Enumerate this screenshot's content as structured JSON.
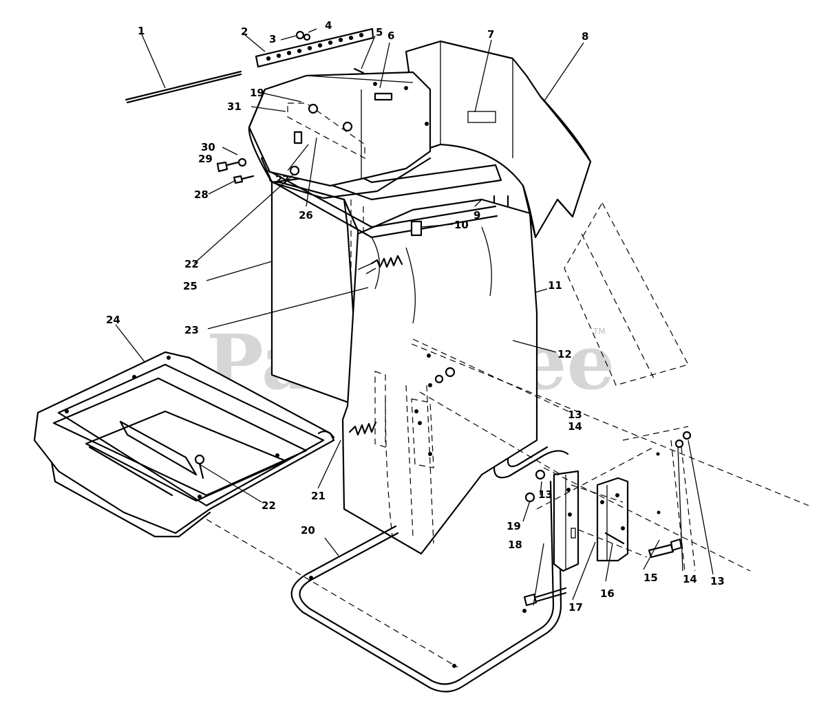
{
  "watermark": {
    "text": "PartsTree",
    "trademark": "TM"
  },
  "callouts": [
    {
      "id": "c1",
      "text": "1"
    },
    {
      "id": "c2",
      "text": "2"
    },
    {
      "id": "c3",
      "text": "3"
    },
    {
      "id": "c4",
      "text": "4"
    },
    {
      "id": "c5",
      "text": "5"
    },
    {
      "id": "c6",
      "text": "6"
    },
    {
      "id": "c7",
      "text": "7"
    },
    {
      "id": "c8",
      "text": "8"
    },
    {
      "id": "c9",
      "text": "9"
    },
    {
      "id": "c10",
      "text": "10"
    },
    {
      "id": "c11",
      "text": "11"
    },
    {
      "id": "c12",
      "text": "12"
    },
    {
      "id": "c13a",
      "text": "13"
    },
    {
      "id": "c14a",
      "text": "14"
    },
    {
      "id": "c13b",
      "text": "13"
    },
    {
      "id": "c19b",
      "text": "19"
    },
    {
      "id": "c18",
      "text": "18"
    },
    {
      "id": "c17",
      "text": "17"
    },
    {
      "id": "c16",
      "text": "16"
    },
    {
      "id": "c15",
      "text": "15"
    },
    {
      "id": "c14b",
      "text": "14"
    },
    {
      "id": "c13c",
      "text": "13"
    },
    {
      "id": "c19a",
      "text": "19"
    },
    {
      "id": "c31",
      "text": "31"
    },
    {
      "id": "c30",
      "text": "30"
    },
    {
      "id": "c29",
      "text": "29"
    },
    {
      "id": "c27",
      "text": "27"
    },
    {
      "id": "c28",
      "text": "28"
    },
    {
      "id": "c26",
      "text": "26"
    },
    {
      "id": "c22a",
      "text": "22"
    },
    {
      "id": "c25",
      "text": "25"
    },
    {
      "id": "c23",
      "text": "23"
    },
    {
      "id": "c24",
      "text": "24"
    },
    {
      "id": "c22b",
      "text": "22"
    },
    {
      "id": "c21",
      "text": "21"
    },
    {
      "id": "c20",
      "text": "20"
    }
  ]
}
